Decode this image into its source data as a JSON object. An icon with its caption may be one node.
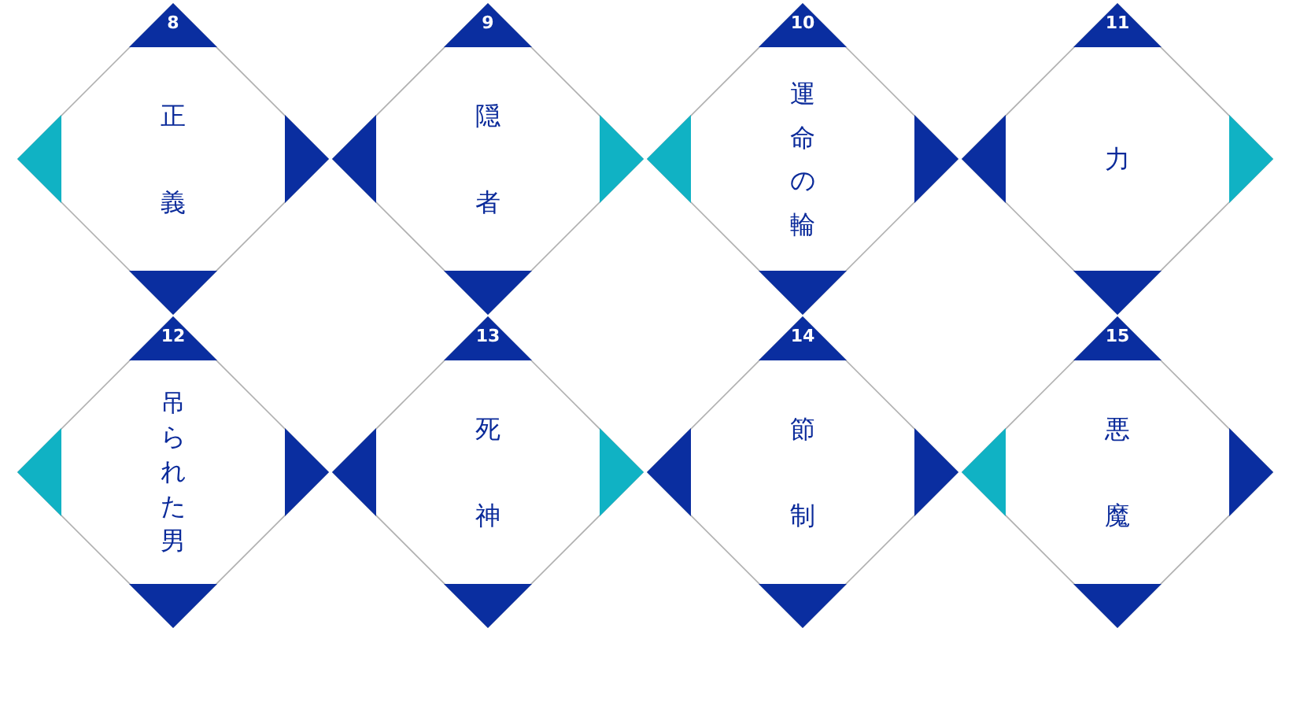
{
  "diagram": {
    "nodes": [
      {
        "text": [
          "8",
          "正義"
        ]
      },
      {
        "text": [
          "9",
          "隠者"
        ]
      },
      {
        "text": [
          "10",
          "運命の輪"
        ]
      },
      {
        "text": [
          "11",
          "力"
        ]
      },
      {
        "text": [
          "12",
          "吊られた男"
        ]
      },
      {
        "text": [
          "13",
          "死神"
        ]
      },
      {
        "text": [
          "14",
          "節制"
        ]
      },
      {
        "text": [
          "15",
          "悪魔"
        ]
      }
    ]
  }
}
